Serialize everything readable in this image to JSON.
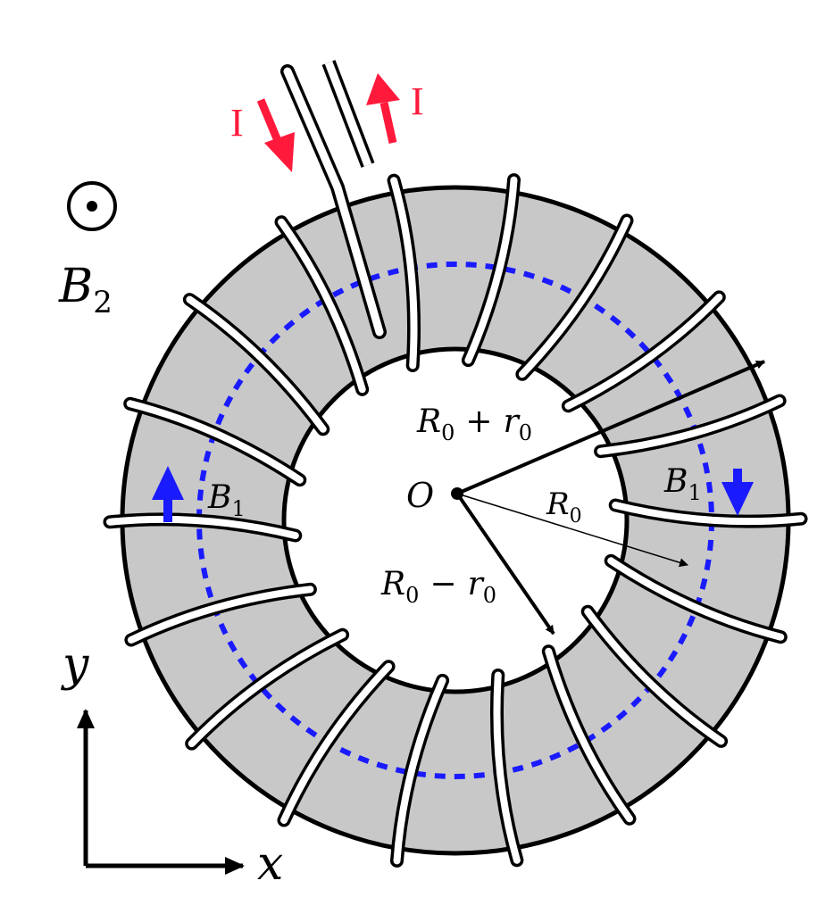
{
  "current_label": "I",
  "labels": {
    "origin": "O",
    "b2": {
      "main": "B",
      "sub": "2"
    },
    "b1": {
      "main": "B",
      "sub": "1"
    },
    "r_outer": {
      "a": "R",
      "a_sub": "0",
      "op": "+",
      "b": "r",
      "b_sub": "0"
    },
    "r_mid": {
      "a": "R",
      "a_sub": "0"
    },
    "r_inner": {
      "a": "R",
      "a_sub": "0",
      "op": "−",
      "b": "r",
      "b_sub": "0"
    },
    "axis_x": "x",
    "axis_y": "y"
  },
  "colors": {
    "core": "#c8c8c8",
    "outline": "#000000",
    "field_line": "#1a1aff",
    "current_arrow": "#ff1a3c",
    "wire": "#ffffff"
  },
  "icons": {
    "out_of_page": "circle-dot-icon"
  }
}
